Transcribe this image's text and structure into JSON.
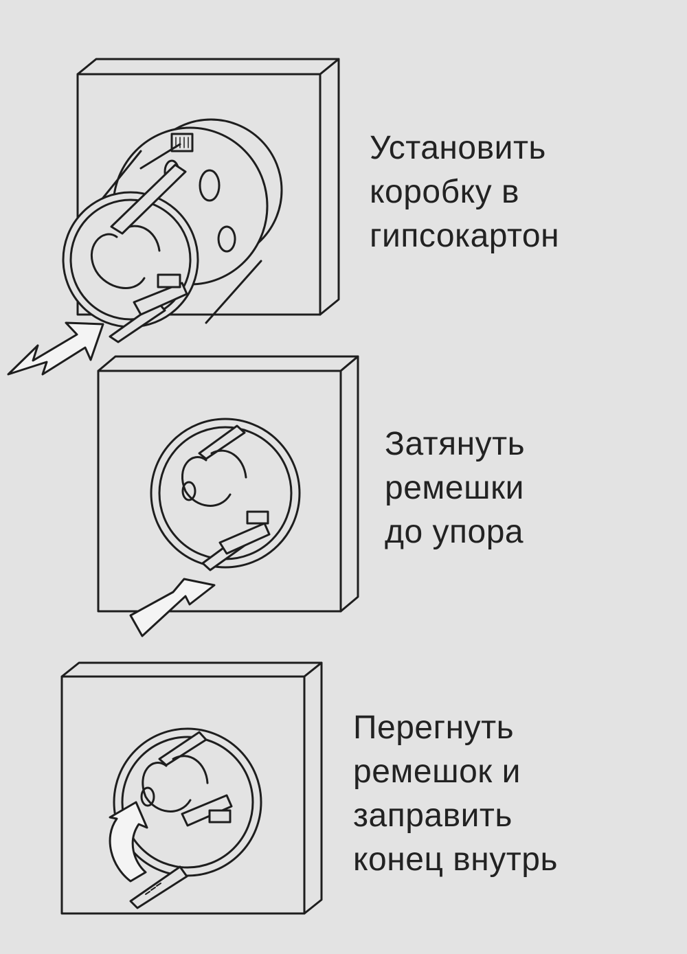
{
  "steps": [
    {
      "lines": [
        "Установить",
        "коробку в",
        "гипсокартон"
      ],
      "arrow_icon": "push-arrow-icon"
    },
    {
      "lines": [
        "Затянуть",
        "ремешки",
        "до упора"
      ],
      "arrow_icon": "pull-arrow-icon"
    },
    {
      "lines": [
        "Перегнуть",
        "ремешок и",
        "заправить",
        "конец внутрь"
      ],
      "arrow_icon": "curved-arrow-icon"
    }
  ],
  "colors": {
    "background": "#e3e3e3",
    "line": "#1e1e1e",
    "arrow_fill": "#f4f4f4",
    "text": "#222222"
  }
}
